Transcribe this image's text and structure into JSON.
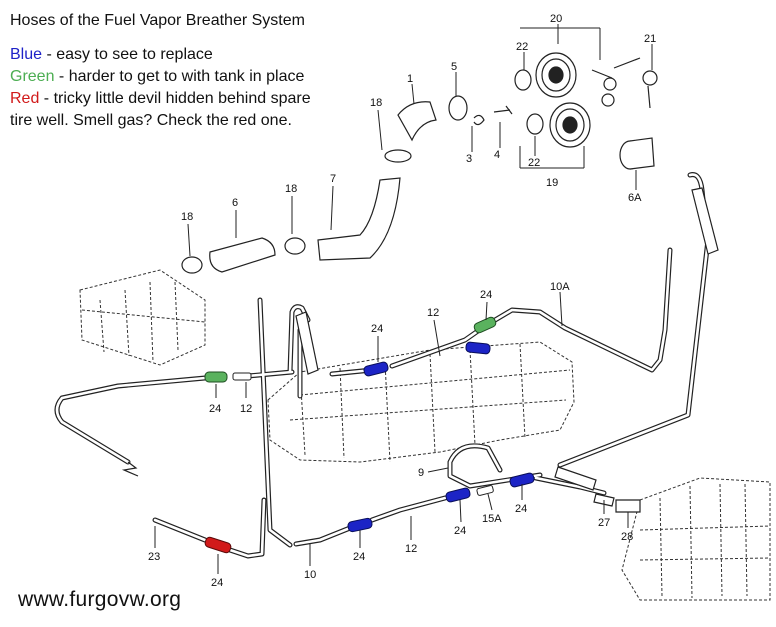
{
  "legend": {
    "title": "Hoses of the Fuel Vapor Breather System",
    "blue": {
      "word": "Blue",
      "text": " - easy to see to replace",
      "color": "#1e22c8"
    },
    "green": {
      "word": "Green",
      "text": " - harder to get to with tank in place",
      "color": "#4cae52"
    },
    "red": {
      "word": "Red",
      "text": " - tricky little devil hidden behind spare",
      "color": "#d11a1a"
    },
    "red_cont": "tire well. Smell gas? Check the red one."
  },
  "parts": {
    "p20": "20",
    "p22a": "22",
    "p21": "21",
    "p1": "1",
    "p5": "5",
    "p18a": "18",
    "p3": "3",
    "p4": "4",
    "p22b": "22",
    "p19": "19",
    "p6a": "6A",
    "p6": "6",
    "p18b": "18",
    "p7": "7",
    "p18c": "18",
    "p24a": "24",
    "p10a": "10A",
    "p24b": "24",
    "p12a": "12",
    "p24c": "24",
    "p12b": "12",
    "p9": "9",
    "p23": "23",
    "p24d": "24",
    "p10": "10",
    "p24e": "24",
    "p12c": "12",
    "p24f": "24",
    "p15a": "15A",
    "p24g": "24",
    "p27": "27",
    "p28": "28"
  },
  "watermark": "www.furgovw.org"
}
